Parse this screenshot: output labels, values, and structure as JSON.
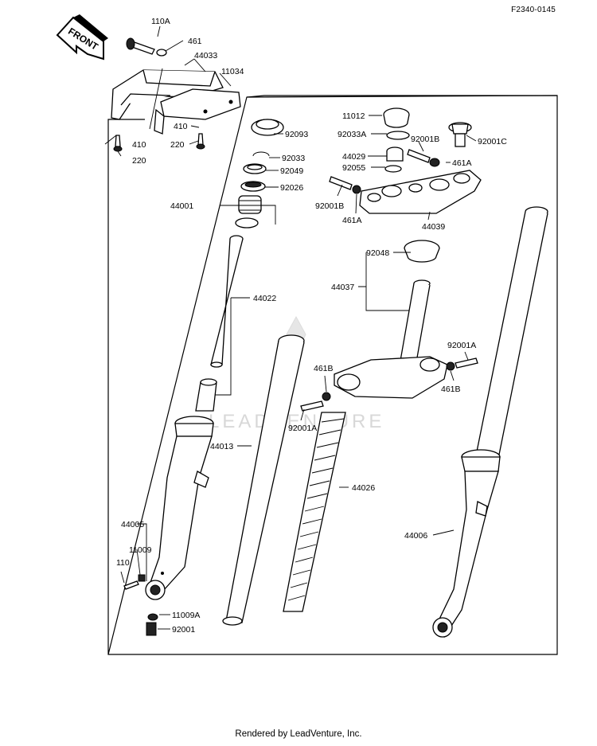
{
  "ref_code": "F2340-0145",
  "front_label": "FRONT",
  "watermark": "LEADVENTURE",
  "footer": "Rendered by LeadVenture, Inc.",
  "callouts": {
    "c110A": "110A",
    "c461": "461",
    "c44033": "44033",
    "c11034": "11034",
    "c410a": "410",
    "c410b": "410",
    "c220a": "220",
    "c220b": "220",
    "c92093": "92093",
    "c92033": "92033",
    "c92049": "92049",
    "c92026": "92026",
    "c44001": "44001",
    "c44022": "44022",
    "c44013": "44013",
    "c11012": "11012",
    "c92033A": "92033A",
    "c92001B_top": "92001B",
    "c92001C": "92001C",
    "c44029": "44029",
    "c461A_r": "461A",
    "c92055": "92055",
    "c92001B_l": "92001B",
    "c461A_b": "461A",
    "c44039": "44039",
    "c92048": "92048",
    "c44037": "44037",
    "c92001A_r": "92001A",
    "c461B_r": "461B",
    "c461B_l": "461B",
    "c92001A_l": "92001A",
    "c44026": "44026",
    "c44006": "44006",
    "c44005": "44005",
    "c11009": "11009",
    "c110": "110",
    "c11009A": "11009A",
    "c92001": "92001"
  }
}
